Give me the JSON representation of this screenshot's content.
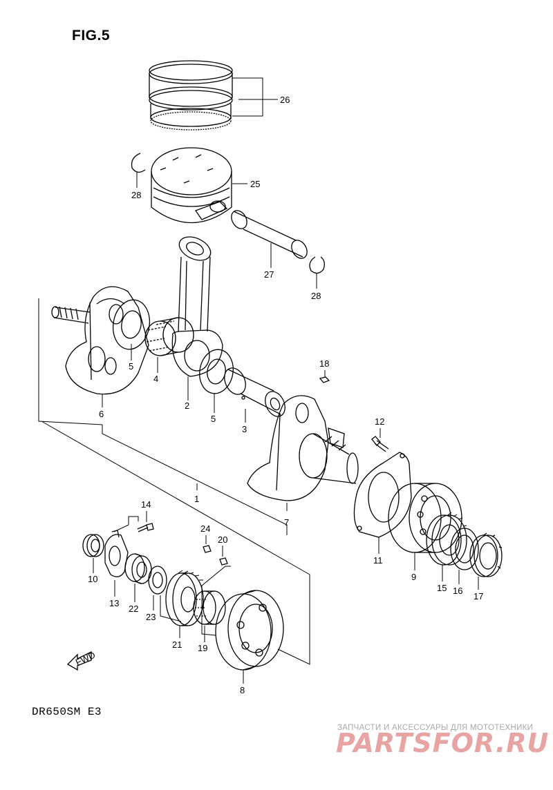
{
  "figure": {
    "title": "FIG.5",
    "model_code": "DR650SM E3",
    "fwd_label": "FWD"
  },
  "callouts": [
    "26",
    "25",
    "28",
    "27",
    "28",
    "5",
    "4",
    "2",
    "5",
    "3",
    "6",
    "18",
    "12",
    "1",
    "7",
    "14",
    "24",
    "20",
    "10",
    "13",
    "22",
    "23",
    "21",
    "19",
    "8",
    "11",
    "9",
    "15",
    "16",
    "17"
  ],
  "watermark": {
    "subtitle": "ЗАПЧАСТИ И АКСЕССУАРЫ ДЛЯ МОТОТЕХНИКИ",
    "brand": "PARTSFOR.RU",
    "brand_color": "#e8a3a3"
  },
  "colors": {
    "line": "#000000",
    "background": "#ffffff"
  }
}
